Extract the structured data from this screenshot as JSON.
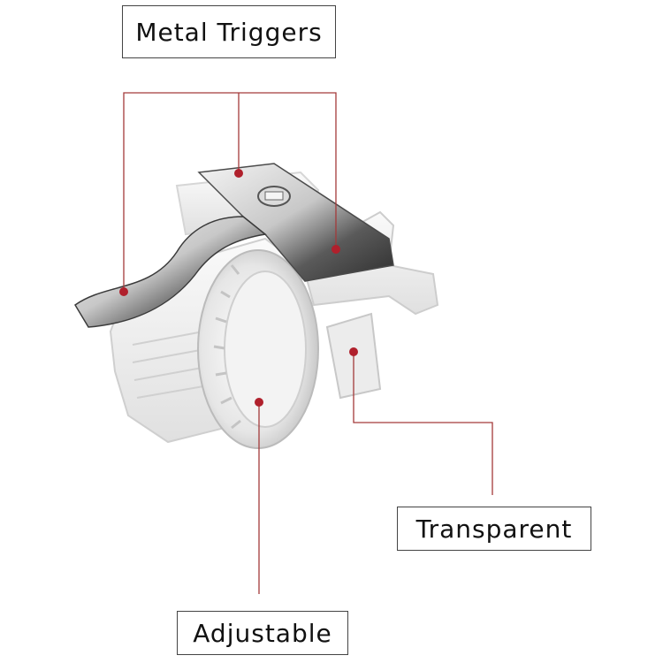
{
  "labels": {
    "metal_triggers": "Metal Triggers",
    "transparent": "Transparent",
    "adjustable": "Adjustable"
  },
  "colors": {
    "leader_line": "#a33a3a",
    "marker_dot": "#b0202c",
    "metal_light": "#e8e8e8",
    "metal_dark": "#3a3a3a",
    "plastic": "#f2f2f2",
    "plastic_edge": "#c9c9c9"
  },
  "icons": {
    "product": "mobile-game-trigger-icon"
  }
}
